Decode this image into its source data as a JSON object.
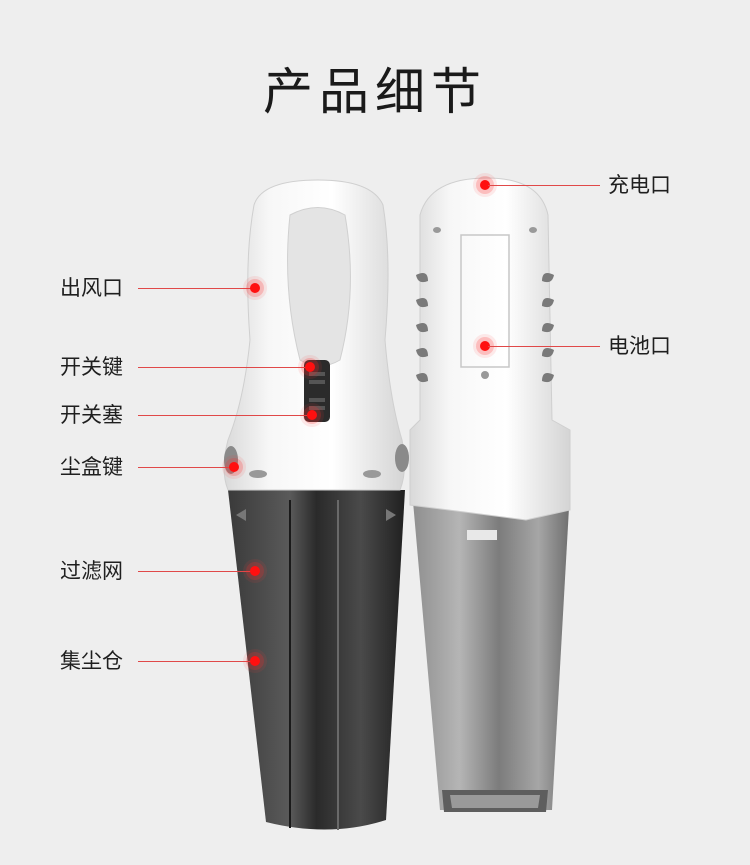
{
  "title": "产品细节",
  "accent_color": "#ff1010",
  "labels": {
    "outlet": "出风口",
    "power_key": "开关键",
    "power_plug": "开关塞",
    "dust_box_key": "尘盒键",
    "filter": "过滤网",
    "dust_bin": "集尘仓",
    "charge_port": "充电口",
    "battery_port": "电池口"
  }
}
